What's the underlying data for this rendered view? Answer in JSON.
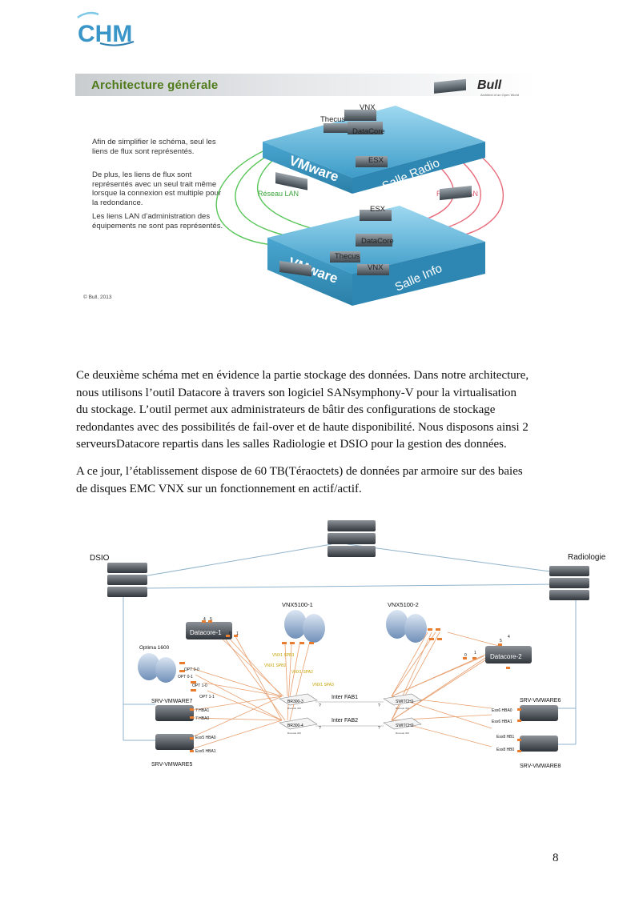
{
  "logo": {
    "text": "CHM"
  },
  "slide": {
    "title": "Architecture générale",
    "brand": "Bull",
    "brand_tagline": "Architect of an Open World",
    "text_1": "Afin de simplifier le schéma, seul les liens de flux sont représentés.",
    "text_2": "De plus, les liens de flux sont représentés  avec un seul trait même lorsque la connexion est multiple pour la redondance.",
    "text_3": "Les liens LAN d’administration des équipements ne sont pas représentés.",
    "copyright": "© Bull, 2013",
    "labels": {
      "vnx_top": "VNX",
      "thecus_top": "Thecus",
      "datacore_top": "DataCore",
      "esx_top": "ESX",
      "vmware_top": "VMware",
      "salle_radio": "Salle Radio",
      "reseau_lan": "Réseau LAN",
      "reseau_san": "Réseau SAN",
      "esx_bottom": "ESX",
      "datacore_bottom": "DataCore",
      "thecus_bottom": "Thecus",
      "vnx_bottom": "VNX",
      "vmware_bottom": "VMware",
      "salle_info": "Salle Info"
    },
    "colors": {
      "platform": "#5fb7dc",
      "platform_dark": "#3b8fb8",
      "lan": "#58c558",
      "san": "#e86b7b",
      "title": "#4f7a1a"
    }
  },
  "paragraphs": {
    "p1_lines": [
      "Ce deuxième schéma met en évidence la partie stockage des données. Dans notre architecture,",
      "nous utilisons l’outil Datacore à travers son logiciel SANsymphony-V  pour la virtualisation",
      "du stockage. L’outil permet aux administrateurs de bâtir des configurations de stockage",
      "redondantes avec des possibilités de fail-over et de haute disponibilité. Nous disposons ainsi 2",
      "serveursDatacore repartis dans les salles Radiologie et DSIO pour la gestion des données."
    ],
    "p2_lines": [
      "A ce jour, l’établissement dispose de 60 TB(Téraoctets) de données par armoire sur des baies",
      "de disques EMC VNX sur un fonctionnement en actif/actif."
    ]
  },
  "diagram": {
    "dsio": "DSIO",
    "radiologie": "Radiologie",
    "vnx1": "VNX5100-1",
    "vnx2": "VNX5100-2",
    "datacore1": "Datacore-1",
    "datacore2": "Datacore-2",
    "optima": "Optima 1600",
    "opt_ports": [
      "OPT 0-0",
      "OPT 0-1",
      "OPT 1-0",
      "OPT 1-1"
    ],
    "srv7": "SRV-VMWARE7",
    "srv5": "SRV-VMWARE5",
    "srv6": "SRV-VMWARE6",
    "srv8": "SRV-VMWARE8",
    "srv7_ports": [
      "7 HBA1",
      "7 HBA0"
    ],
    "srv5_ports": [
      "Esx5 HBA0",
      "Esx5 HBA1"
    ],
    "srv6_ports": [
      "Esx6 HBA0",
      "Esx6 HBA1"
    ],
    "srv8_ports": [
      "Esx8 HB1",
      "Esx8 HB0"
    ],
    "vnx1_spb": [
      "VNX1 SPB2",
      "VNX1 SPB3"
    ],
    "vnx1_spa": [
      "VNX1 SPA2",
      "VNX1 SPA3"
    ],
    "switch_left_1": "BR300-3",
    "switch_left_2": "BR300-4",
    "switch_right_1": "SWITCH1",
    "switch_right_2": "SWITCH2",
    "switch_sub": "Brocade 300",
    "fab1": "Inter FAB1",
    "fab2": "Inter FAB2",
    "q": "?",
    "dc1_ports_top": [
      "4",
      "5"
    ],
    "dc1_ports_side": [
      "0",
      "1"
    ],
    "dc2_ports_top": [
      "5",
      "4"
    ],
    "dc2_ports_side": [
      "0",
      "1"
    ],
    "colors": {
      "fc": "#e8a070",
      "lan": "#8fb3cc",
      "port": "#e87d2f",
      "san_label": "#c8a000"
    }
  },
  "page_number": "8"
}
